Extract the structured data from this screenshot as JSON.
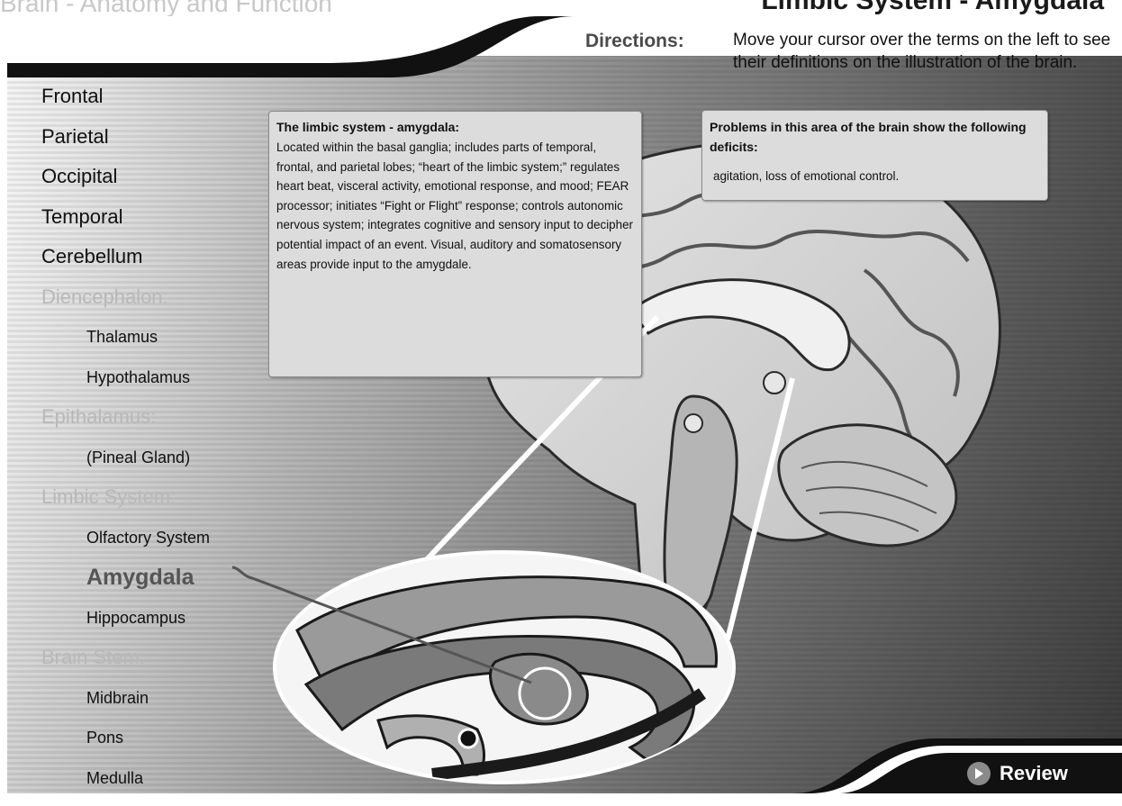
{
  "app": {
    "title": "Brain - Anatomy and Function",
    "header_title": "Limbic System - Amygdala"
  },
  "directions": {
    "label": "Directions:",
    "text": "Move your cursor over the terms on the left to see their definitions on the illustration of the brain."
  },
  "terms": [
    {
      "label": "Frontal",
      "kind": "major"
    },
    {
      "label": "Parietal",
      "kind": "major"
    },
    {
      "label": "Occipital",
      "kind": "major"
    },
    {
      "label": "Temporal",
      "kind": "major"
    },
    {
      "label": "Cerebellum",
      "kind": "major"
    },
    {
      "label": "Diencephalon:",
      "kind": "header"
    },
    {
      "label": "Thalamus",
      "kind": "sub"
    },
    {
      "label": "Hypothalamus",
      "kind": "sub"
    },
    {
      "label": "Epithalamus:",
      "kind": "header"
    },
    {
      "label": "(Pineal Gland)",
      "kind": "sub"
    },
    {
      "label": "Limbic System:",
      "kind": "header"
    },
    {
      "label": "Olfactory System",
      "kind": "sub"
    },
    {
      "label": "Amygdala",
      "kind": "sub-active"
    },
    {
      "label": "Hippocampus",
      "kind": "sub"
    },
    {
      "label": "Brain Stem:",
      "kind": "header"
    },
    {
      "label": "Midbrain",
      "kind": "sub"
    },
    {
      "label": "Pons",
      "kind": "sub"
    },
    {
      "label": "Medulla",
      "kind": "sub"
    }
  ],
  "definition": {
    "title": "The limbic system - amygdala:",
    "body": "Located within the basal ganglia; includes parts of temporal, frontal, and parietal lobes; “heart of the limbic system;” regulates heart beat, visceral activity, emotional response, and mood; FEAR processor; initiates “Fight or Flight” response; controls autonomic nervous system; integrates cognitive and sensory input to decipher potential impact of an event. Visual, auditory and somatosensory areas provide input to the amygdale."
  },
  "deficits": {
    "title": "Problems in this area of the brain show the following deficits:",
    "body": "agitation, loss of emotional control."
  },
  "review": {
    "label": "Review",
    "icon": "play-icon"
  },
  "colors": {
    "dark_band": "#111111",
    "brain_fill": "#cfcfcf",
    "brain_outline": "#2a2a2a",
    "box_fill": "#dcdcdc",
    "header_gray": "#b8b8b8"
  }
}
